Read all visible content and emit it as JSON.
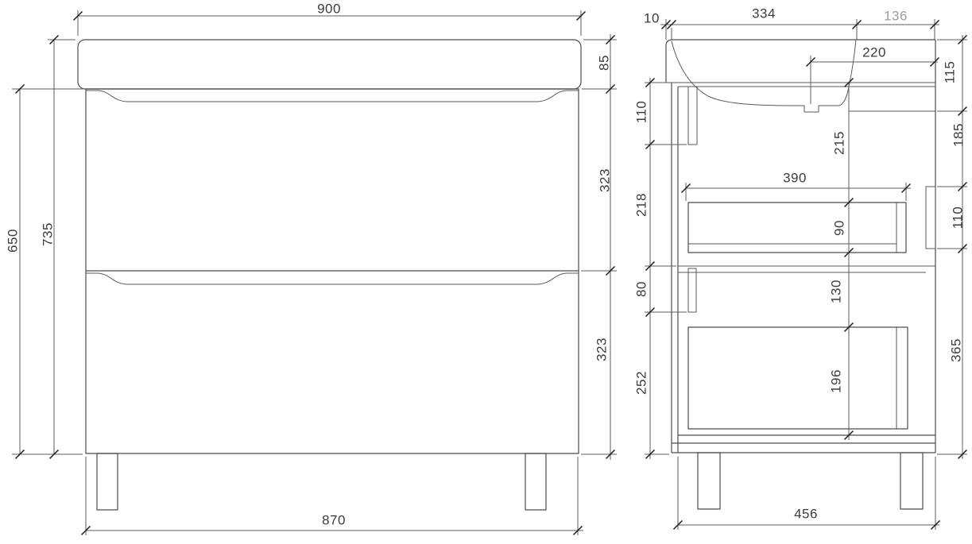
{
  "drawing": {
    "type": "technical-drawing",
    "subject": "bathroom vanity cabinet with basin, front and side sections",
    "units_implied": "mm",
    "front_view": {
      "width_top": "900",
      "height_overall": "735",
      "height_cabinet": "650",
      "counter_thickness": "85",
      "drawer_upper_height": "323",
      "drawer_lower_height": "323",
      "width_bottom": "870"
    },
    "side_view": {
      "back_gap": "10",
      "basin_back_span": "334",
      "basin_front_span": "136",
      "drain_offset": "220",
      "front_lip_height": "115",
      "counter_to_drawer": "110",
      "upper_cavity": "218",
      "mid_gap": "80",
      "lower_cavity": "252",
      "basin_depth": "215",
      "drawer_length": "390",
      "upper_box_height": "90",
      "front_panel_height": "110",
      "apron_height": "185",
      "between_boxes": "130",
      "lower_box_height": "196",
      "lower_front_height": "365",
      "depth_bottom": "456"
    }
  }
}
